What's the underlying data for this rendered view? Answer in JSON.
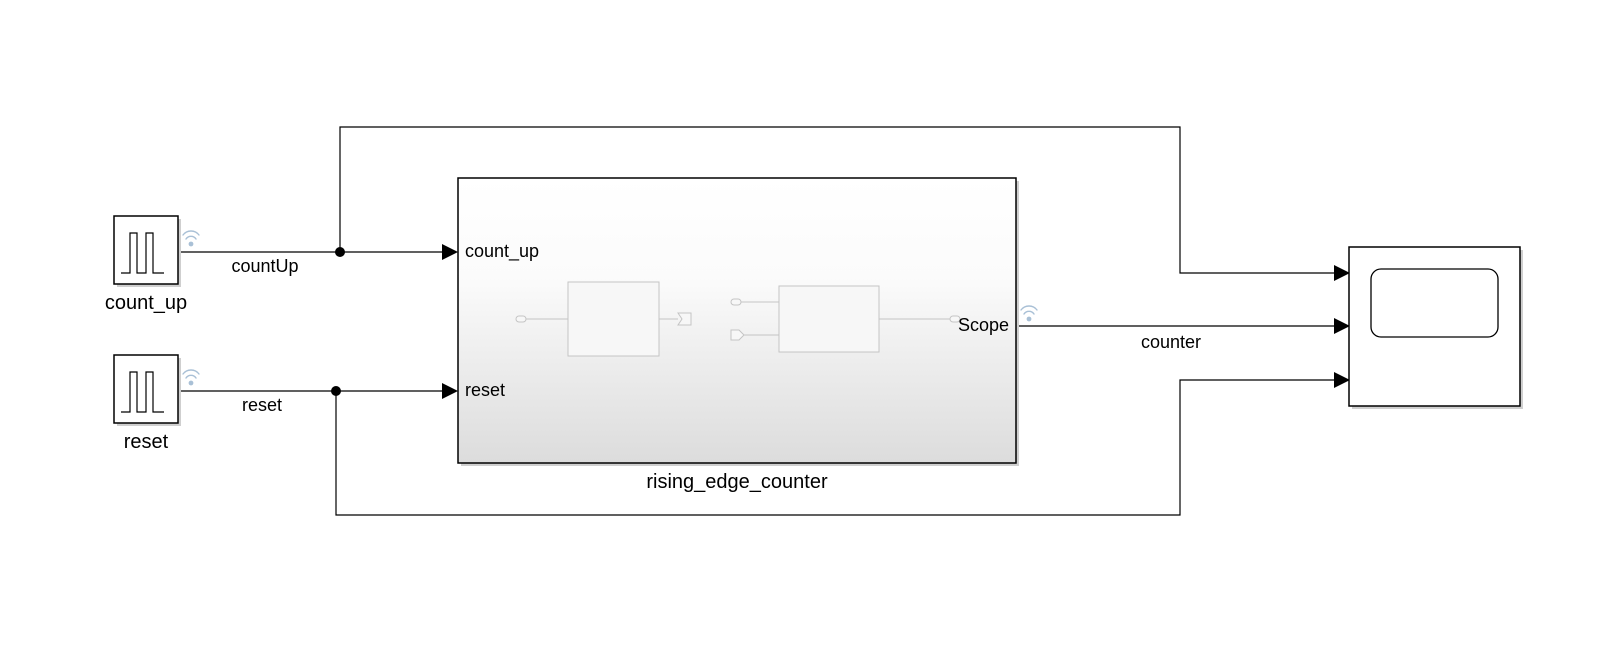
{
  "blocks": {
    "count_up_source": {
      "name": "count_up"
    },
    "reset_source": {
      "name": "reset"
    },
    "subsystem": {
      "name": "rising_edge_counter",
      "inport_1": "count_up",
      "inport_2": "reset",
      "outport_1": "Scope"
    },
    "scope": {
      "name": ""
    }
  },
  "signals": {
    "count_up_signal": "countUp",
    "reset_signal": "reset",
    "counter_signal": "counter"
  },
  "colors": {
    "wire": "#000000",
    "signal_logging_icon": "#a9c0d6",
    "subsystem_gradient_top": "#ffffff",
    "subsystem_gradient_bottom": "#dcdcdc"
  }
}
